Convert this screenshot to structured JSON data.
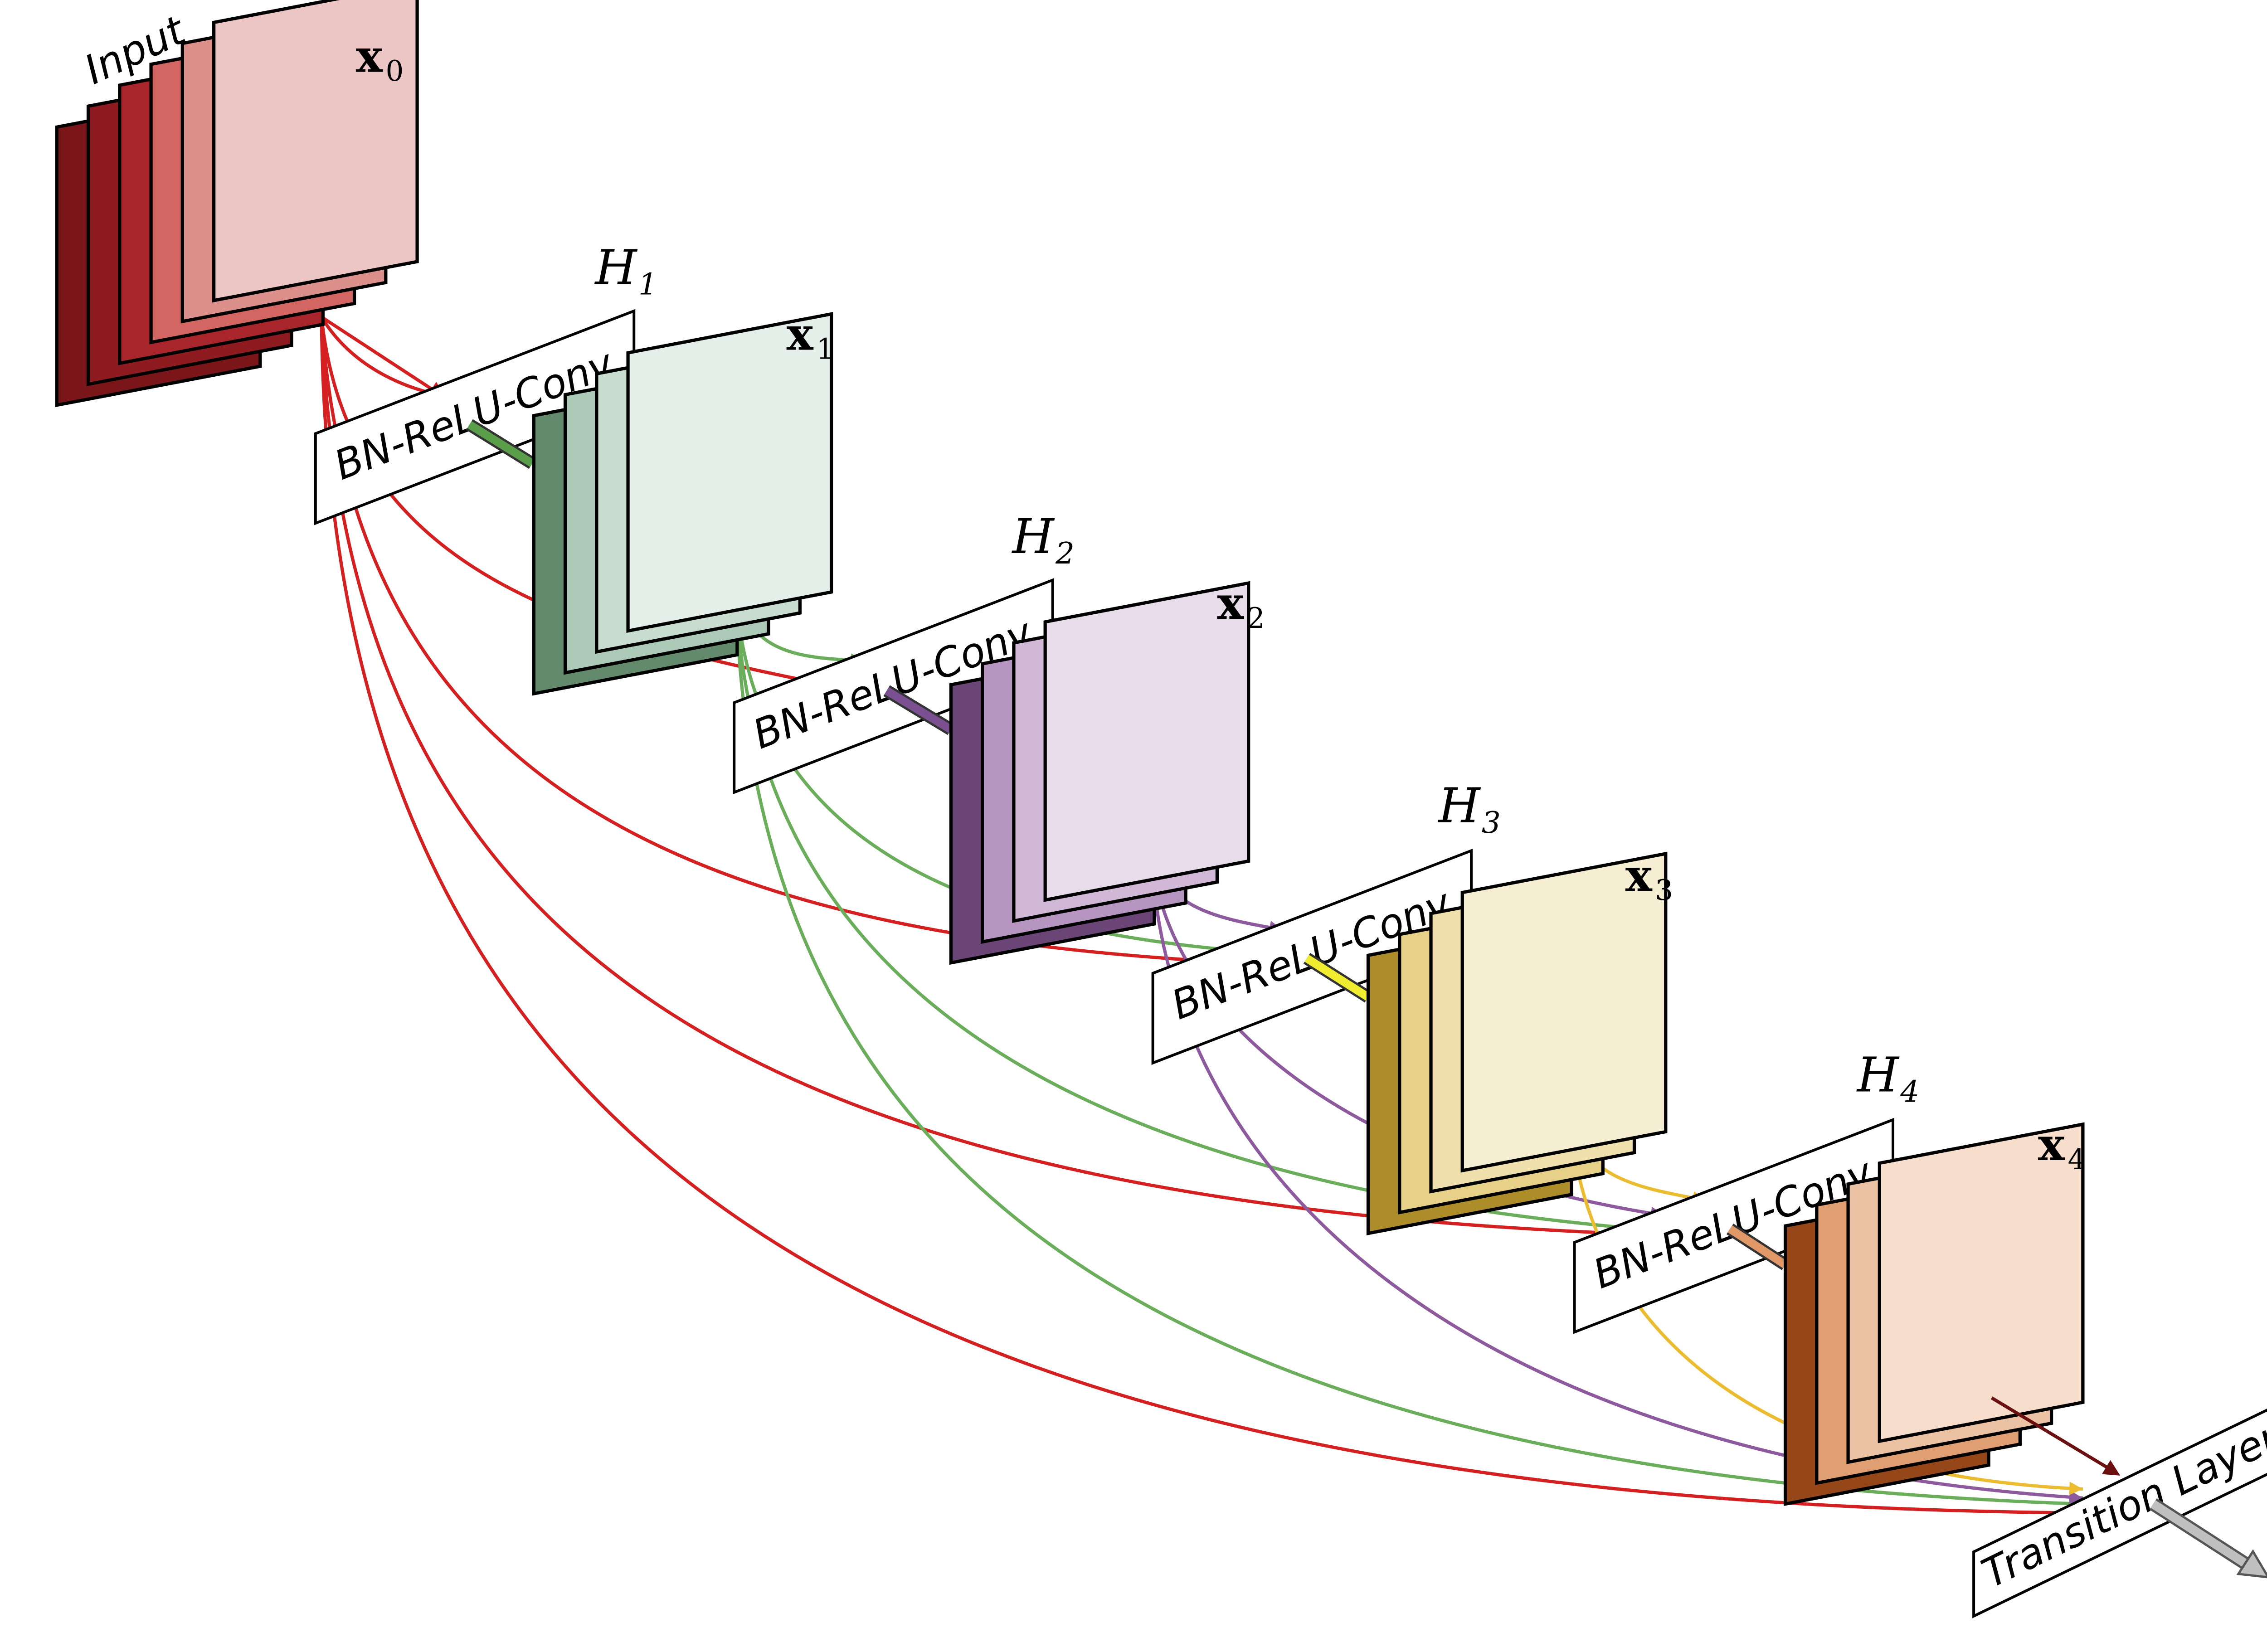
{
  "input_label": "Input",
  "features": [
    {
      "base": "x",
      "sub": "0",
      "colors": [
        "#7a1619",
        "#8e1b20",
        "#a8262b",
        "#d36663",
        "#dc908b",
        "#ecc6c5"
      ]
    },
    {
      "base": "x",
      "sub": "1",
      "colors": [
        "#648a6e",
        "#adc9b8",
        "#c8dcd0",
        "#e3efe8"
      ]
    },
    {
      "base": "x",
      "sub": "2",
      "colors": [
        "#6a4575",
        "#b696c0",
        "#d0b8d6",
        "#e8dcea"
      ]
    },
    {
      "base": "x",
      "sub": "3",
      "colors": [
        "#ad8c2a",
        "#e7d189",
        "#efe0ad",
        "#f6eed2"
      ]
    },
    {
      "base": "x",
      "sub": "4",
      "colors": [
        "#954719",
        "#e09e73",
        "#ecc2a4",
        "#f6ddcc"
      ]
    }
  ],
  "blocks": [
    {
      "h": "H",
      "sub": "1",
      "text": "BN-ReLU-Conv"
    },
    {
      "h": "H",
      "sub": "2",
      "text": "BN-ReLU-Conv"
    },
    {
      "h": "H",
      "sub": "3",
      "text": "BN-ReLU-Conv"
    },
    {
      "h": "H",
      "sub": "4",
      "text": "BN-ReLU-Conv"
    }
  ],
  "transition_label": "Transition Layer",
  "colors": {
    "conn_x0": "#d42020",
    "conn_x1": "#6aad5a",
    "conn_x2": "#8e5a9e",
    "conn_x3": "#ecbc30",
    "out_x1": "#5a9e4a",
    "out_x2": "#7a5090",
    "out_x3": "#f0ec30",
    "out_x4": "#e09868",
    "out_final": "#6a1010",
    "output_arrow": "#c0c0c0"
  }
}
